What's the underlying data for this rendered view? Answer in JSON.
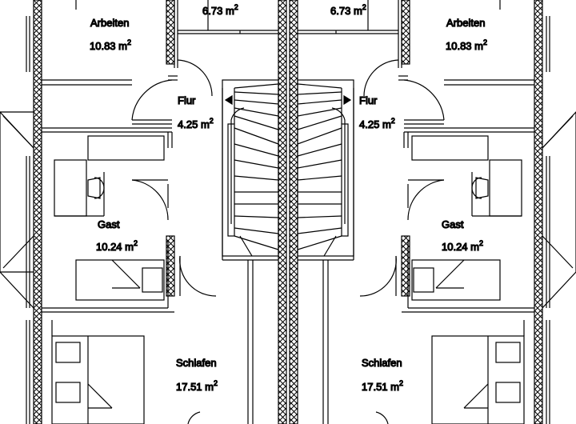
{
  "units": {
    "area_unit": "m",
    "area_exp": "2"
  },
  "rooms_left": [
    {
      "id": "bath-top-left",
      "area": "6.73"
    },
    {
      "id": "arbeiten-left",
      "name": "Arbeiten",
      "area": "10.83"
    },
    {
      "id": "flur-left",
      "name": "Flur",
      "area": "4.25"
    },
    {
      "id": "gast-left",
      "name": "Gast",
      "area": "10.24"
    },
    {
      "id": "schlafen-left",
      "name": "Schlafen",
      "area": "17.51"
    }
  ],
  "rooms_right": [
    {
      "id": "bath-top-right",
      "area": "6.73"
    },
    {
      "id": "arbeiten-right",
      "name": "Arbeiten",
      "area": "10.83"
    },
    {
      "id": "flur-right",
      "name": "Flur",
      "area": "4.25"
    },
    {
      "id": "gast-right",
      "name": "Gast",
      "area": "10.24"
    },
    {
      "id": "schlafen-right",
      "name": "Schlafen",
      "area": "17.51"
    }
  ]
}
